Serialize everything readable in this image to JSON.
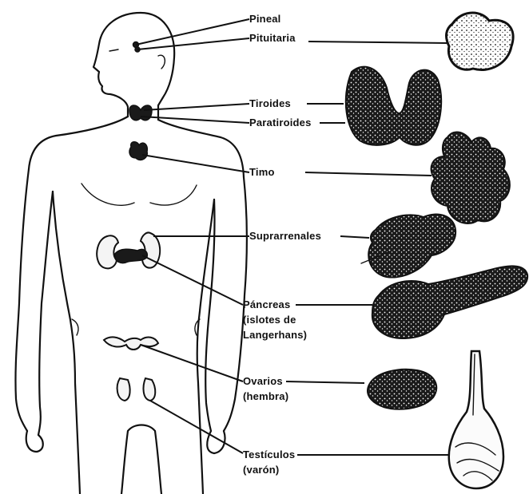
{
  "labels": {
    "pineal": "Pineal",
    "pituitaria": "Pituitaria",
    "tiroides": "Tiroides",
    "paratiroides": "Paratiroides",
    "timo": "Timo",
    "suprarrenales": "Suprarrenales",
    "pancreas_1": "Páncreas",
    "pancreas_2": "(islotes de",
    "pancreas_3": "Langerhans)",
    "ovarios_1": "Ovarios",
    "ovarios_2": "(hembra)",
    "testiculos_1": "Testículos",
    "testiculos_2": "(varón)"
  }
}
